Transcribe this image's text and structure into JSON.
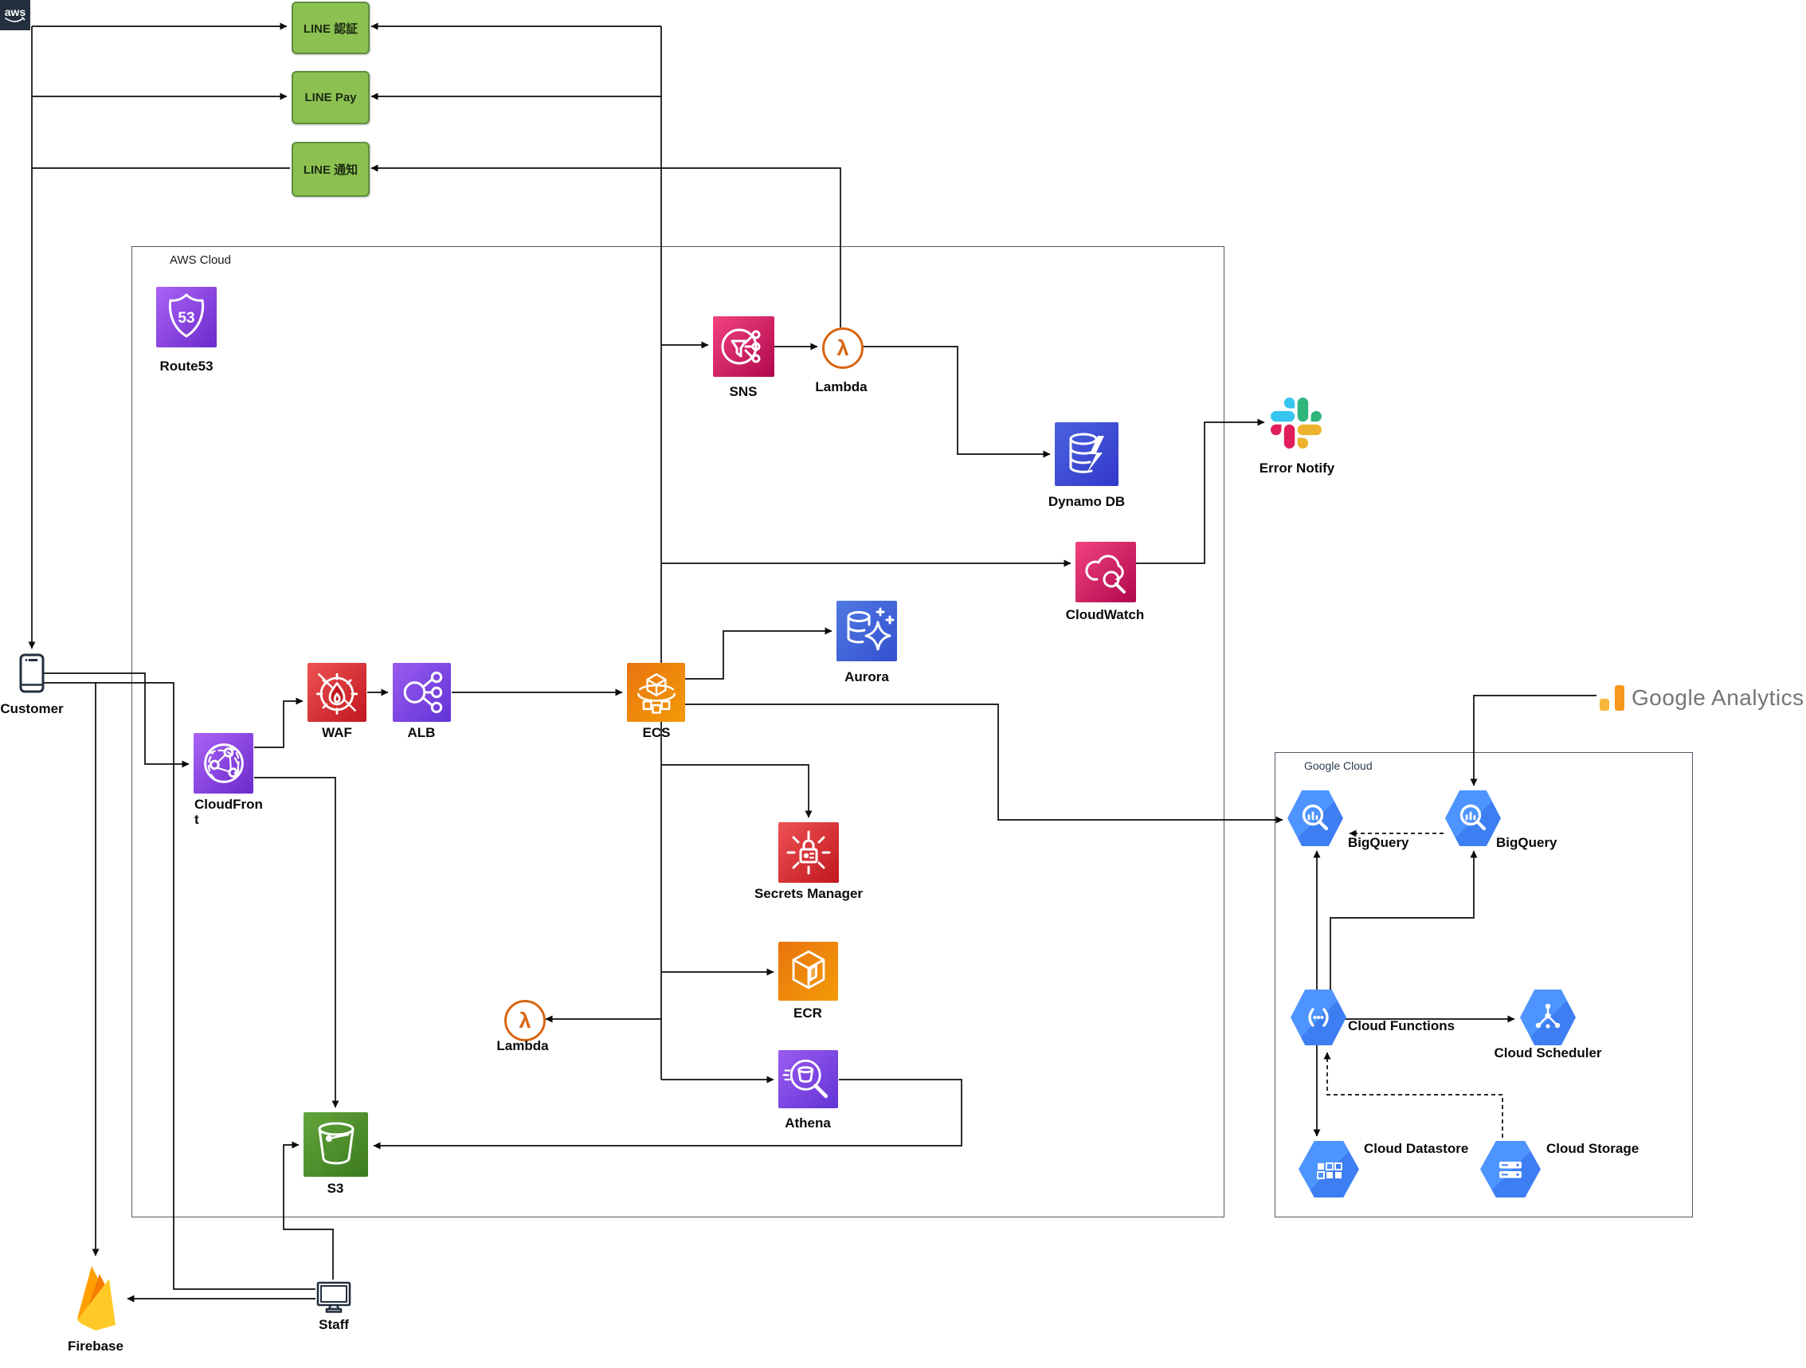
{
  "external": {
    "line_auth": "LINE 認証",
    "line_pay": "LINE Pay",
    "line_notify": "LINE 通知",
    "customer": "Customer",
    "firebase": "Firebase",
    "staff": "Staff",
    "error_notify": "Error Notify",
    "google_analytics": "Google Analytics"
  },
  "aws": {
    "logo_text": "aws",
    "title": "AWS Cloud",
    "nodes": {
      "route53": "Route53",
      "sns": "SNS",
      "lambda_sns": "Lambda",
      "dynamodb": "Dynamo DB",
      "cloudwatch": "CloudWatch",
      "aurora": "Aurora",
      "waf": "WAF",
      "alb": "ALB",
      "ecs": "ECS",
      "cloudfront": "CloudFront",
      "secrets_manager": "Secrets Manager",
      "ecr": "ECR",
      "lambda_s3": "Lambda",
      "athena": "Athena",
      "s3": "S3"
    }
  },
  "gcp": {
    "title": "Google Cloud",
    "nodes": {
      "bigquery_aws": "BigQuery",
      "bigquery_ga": "BigQuery",
      "cloud_functions": "Cloud Functions",
      "cloud_scheduler": "Cloud Scheduler",
      "cloud_datastore": "Cloud Datastore",
      "cloud_storage": "Cloud Storage"
    }
  },
  "icons": {
    "route53_shield_text": "53",
    "lambda_symbol": "λ"
  },
  "colors": {
    "line_green": "#8CC152",
    "aws_dark": "#232F3E",
    "gcp_blue": "#4285F4",
    "slack_blue": "#36C5F0",
    "slack_green": "#2EB67D",
    "slack_yellow": "#ECB22E",
    "slack_red": "#E01E5A",
    "firebase_amber": "#FFCA28",
    "firebase_orange": "#F57C00",
    "ga_orange": "#F9AB00",
    "lambda_orange": "#D86613",
    "edge_black": "#0b0b0b"
  },
  "edges": [
    {
      "from": "customer",
      "to": "line_auth"
    },
    {
      "from": "customer",
      "to": "line_pay"
    },
    {
      "from": "customer",
      "to": "line_notify"
    },
    {
      "from": "line_services",
      "to": "customer"
    },
    {
      "from": "ecs",
      "to": "line_auth"
    },
    {
      "from": "ecs",
      "to": "line_pay"
    },
    {
      "from": "lambda_sns",
      "to": "line_notify"
    },
    {
      "from": "ecs",
      "to": "sns"
    },
    {
      "from": "sns",
      "to": "lambda_sns"
    },
    {
      "from": "lambda_sns",
      "to": "dynamodb"
    },
    {
      "from": "ecs",
      "to": "cloudwatch"
    },
    {
      "from": "cloudwatch",
      "to": "error_notify"
    },
    {
      "from": "ecs",
      "to": "aurora"
    },
    {
      "from": "ecs",
      "to": "bigquery_aws"
    },
    {
      "from": "ecs",
      "to": "secrets_manager"
    },
    {
      "from": "ecs",
      "to": "ecr"
    },
    {
      "from": "ecs",
      "to": "lambda_s3"
    },
    {
      "from": "ecs",
      "to": "athena"
    },
    {
      "from": "athena",
      "to": "s3"
    },
    {
      "from": "customer",
      "to": "cloudfront"
    },
    {
      "from": "cloudfront",
      "to": "waf"
    },
    {
      "from": "waf",
      "to": "alb"
    },
    {
      "from": "alb",
      "to": "ecs"
    },
    {
      "from": "cloudfront",
      "to": "s3"
    },
    {
      "from": "customer",
      "to": "firebase"
    },
    {
      "from": "customer",
      "to": "staff"
    },
    {
      "from": "staff",
      "to": "s3"
    },
    {
      "from": "staff",
      "to": "firebase"
    },
    {
      "from": "google_analytics",
      "to": "bigquery_ga"
    },
    {
      "from": "bigquery_ga",
      "to": "bigquery_aws",
      "dashed": true
    },
    {
      "from": "cloud_functions",
      "to": "bigquery_aws"
    },
    {
      "from": "cloud_functions",
      "to": "bigquery_ga"
    },
    {
      "from": "cloud_functions",
      "to": "cloud_scheduler"
    },
    {
      "from": "cloud_functions",
      "to": "cloud_datastore"
    },
    {
      "from": "cloud_storage",
      "to": "cloud_functions",
      "dashed": true
    }
  ]
}
